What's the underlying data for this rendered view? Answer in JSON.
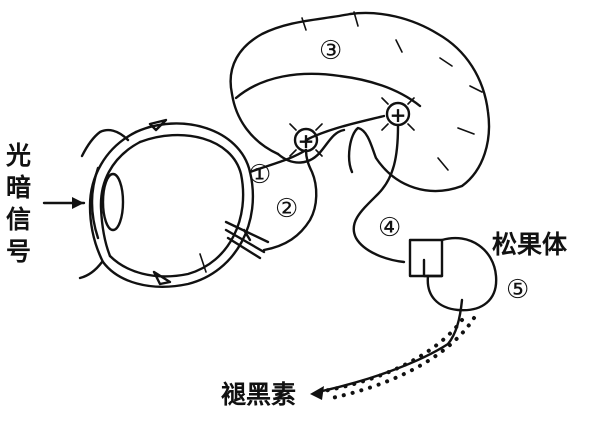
{
  "labels": {
    "light_signal": [
      "光",
      "暗",
      "信",
      "号"
    ],
    "pineal_gland": "松果体",
    "melatonin": "褪黑素"
  },
  "markers": {
    "m1": "①",
    "m2": "②",
    "m3": "③",
    "m4": "④",
    "m5": "⑤"
  },
  "synapse_sign": "+"
}
